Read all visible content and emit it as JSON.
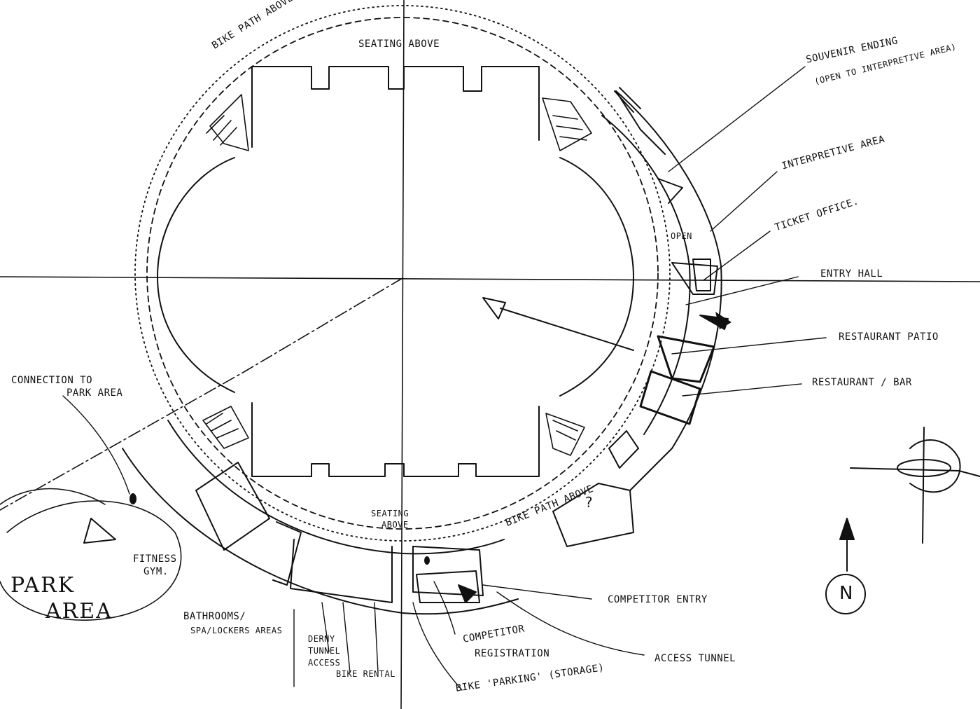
{
  "labels": {
    "seating_above_top": "Seating above",
    "bike_path_above_top": "Bike path above",
    "souvenir_line1": "Souvenir ending",
    "souvenir_line2": "(open to interpretive area)",
    "interpretive_area": "Interpretive area",
    "open": "Open",
    "ticket_office": "Ticket office.",
    "entry_hall": "Entry hall",
    "restaurant_patio": "Restaurant patio",
    "restaurant_bar": "Restaurant / Bar",
    "connection_line1": "Connection to",
    "connection_line2": "Park area",
    "park_line1": "Park",
    "park_line2": "Area",
    "fitness_line1": "Fitness",
    "fitness_line2": "Gym.",
    "bathrooms_line1": "Bathrooms/",
    "bathrooms_line2": "Spa/Lockers areas",
    "derny_line1": "Derny",
    "derny_line2": "Tunnel",
    "derny_line3": "Access",
    "bike_rental": "Bike rental",
    "seating_above_bottom_line1": "Seating",
    "seating_above_bottom_line2": "above",
    "bike_path_above_bottom": "Bike path above",
    "question_mark": "?",
    "competitor_entry": "Competitor entry",
    "competitor_registration_line1": "Competitor",
    "competitor_registration_line2": "Registration",
    "access_tunnel": "Access tunnel",
    "bike_parking": "Bike 'parking' (storage)",
    "north": "N"
  }
}
